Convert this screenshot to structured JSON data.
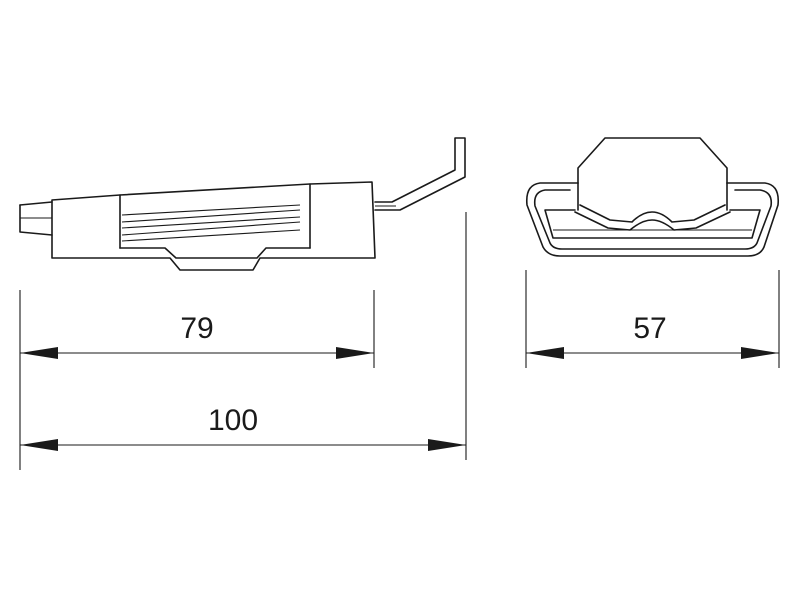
{
  "dimensions": {
    "side_width": "79",
    "overall_length": "100",
    "end_width": "57"
  }
}
